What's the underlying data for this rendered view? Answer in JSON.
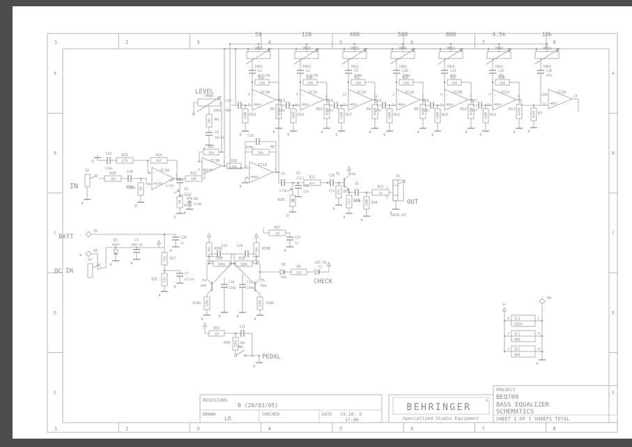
{
  "window": {
    "chrome_color": "#4d4d4d",
    "paper_color": "#ffffff"
  },
  "frame": {
    "columns": [
      "1",
      "2",
      "3",
      "4",
      "5",
      "6",
      "7",
      "8"
    ],
    "rows": [
      "A",
      "B",
      "C",
      "D",
      "E"
    ]
  },
  "title_block": {
    "project_label": "PROJECT",
    "project": "BEQ700",
    "title1": "BASS EQUALIZER",
    "title2": "SCHEMATICS",
    "sheet_info": "SHEET 1  OF 1  SHEETS TOTAL",
    "brand": "BEHRINGER",
    "registered": "®",
    "tagline": "Specialized Studio Equipment"
  },
  "revisions": {
    "label": "REVISIONS",
    "revision": "B (20/03/05)",
    "drawn_label": "DRAWN",
    "drawn_by": "LR",
    "checked_label": "CHECKED",
    "date_label": "DATE",
    "date": "19.10. 5",
    "time": "17:46"
  },
  "labels": {
    "in": "IN",
    "out": "OUT",
    "level": "LEVEL",
    "batt": "BATT",
    "dc_in": "DC IN",
    "check": "CHECK",
    "pedal": "PEDAL",
    "jack_type": "JACK-ST",
    "vplus": "V+",
    "gnd_a": "A",
    "gnd_d": "D",
    "batt_minus": "-",
    "batt_plus": "+"
  },
  "bands": [
    {
      "freq": "50",
      "pot": "VR1A",
      "pot_value": "10kG",
      "cap": "C1",
      "cap_value": "4u7/50",
      "res": "R1D",
      "res_value": "330",
      "opamp": "IC1B",
      "chip": "064",
      "pin_inv": "6",
      "pin_nin": "5",
      "pin_out": "7",
      "in_cap": "C20",
      "in_cap_value": "68n",
      "r_gnd": "R19",
      "r_gnd_value": "1k00",
      "r_fb": "R5",
      "r_fb_value": "4k99"
    },
    {
      "freq": "120",
      "pot": "VR2A",
      "pot_value": "10kG",
      "cap": "C2",
      "cap_value": "1u0/50",
      "res": "R1B",
      "res_value": "330",
      "opamp": "IC1C",
      "chip": "064",
      "pin_inv": "9",
      "pin_nin": "10",
      "pin_out": "8",
      "in_cap": "C13",
      "in_cap_value": "22n",
      "r_gnd": "R18",
      "r_gnd_value": "1k00",
      "r_fb": "R16",
      "r_fb_value": "4k99"
    },
    {
      "freq": "400",
      "pot": "VR3A",
      "pot_value": "10kG",
      "cap": "C9",
      "cap_value": "100n",
      "res": "R1C",
      "res_value": "330",
      "opamp": "IC1D",
      "chip": "064",
      "pin_inv": "13",
      "pin_nin": "12",
      "pin_out": "14",
      "in_cap": "C19",
      "in_cap_value": "22n",
      "r_gnd": "R17",
      "r_gnd_value": "1k00",
      "r_fb": "R4",
      "r_fb_value": "4k99"
    },
    {
      "freq": "500",
      "pot": "VR4A",
      "pot_value": "10kG",
      "cap": "C10",
      "cap_value": "100n",
      "res": "R2D",
      "res_value": "330",
      "opamp": "IC2A",
      "chip": "064",
      "pin_inv": "2",
      "pin_nin": "3",
      "pin_out": "1",
      "in_cap": "C14",
      "in_cap_value": "27n",
      "r_gnd": "R11",
      "r_gnd_value": "1k00",
      "r_fb": "R6",
      "r_fb_value": "4k99"
    },
    {
      "freq": "800",
      "pot": "VR5A",
      "pot_value": "10kG",
      "cap": "C11",
      "cap_value": "82n",
      "res": "R2C",
      "res_value": "330",
      "opamp": "IC2B",
      "chip": "064",
      "pin_inv": "6",
      "pin_nin": "5",
      "pin_out": "7",
      "in_cap": "C16",
      "in_cap_value": "18n",
      "r_gnd": "R15",
      "r_gnd_value": "1k00",
      "r_fb": "R14",
      "r_fb_value": "4k99"
    },
    {
      "freq": "4.5k",
      "pot": "VR6A",
      "pot_value": "10kG",
      "cap": "C12",
      "cap_value": "18n",
      "res": "R2B",
      "res_value": "330",
      "opamp": "IC2C",
      "chip": "064",
      "pin_inv": "9",
      "pin_nin": "10",
      "pin_out": "8",
      "in_cap": "C17",
      "in_cap_value": "4n7",
      "r_gnd": "R12",
      "r_gnd_value": "1k00",
      "r_fb": "R13",
      "r_fb_value": "4k99"
    },
    {
      "freq": "10k",
      "pot": "VR7A",
      "pot_value": "10kG",
      "cap": "C15",
      "cap_value": "47n",
      "opamp": "IC2D",
      "chip": "064",
      "pin_inv": "13",
      "pin_nin": "12",
      "pin_out": "14",
      "r_in": "R7",
      "r_in_value": "4k99"
    }
  ],
  "components": {
    "X2": {},
    "R20": {
      "value": "10k"
    },
    "C24": {
      "value": "470n"
    },
    "R26A": {
      "value": "1M"
    },
    "C23": {
      "value": "220n"
    },
    "R25": {
      "value": "470"
    },
    "R24": {
      "value": "4k7"
    },
    "IC3A": {
      "part": "4559",
      "pin_inv": "2",
      "pin_nin": "3",
      "pin_out": "1"
    },
    "R22": {
      "value": "10k"
    },
    "C5": {
      "value": "1/50"
    },
    "T3": {
      "part": "J112"
    },
    "R26D": {
      "value": "1M"
    },
    "D4": {
      "part": "4148"
    },
    "R23": {
      "value": "10k"
    },
    "IC3B": {
      "part": "4559",
      "pin_inv": "6",
      "pin_nin": "5",
      "pin_out": "7"
    },
    "R10": {
      "value": "10k"
    },
    "VR8A": {
      "value": "10kG"
    },
    "R9": {
      "value": "56k"
    },
    "C8": {
      "value": "10/16"
    },
    "C18": {
      "value": "470p"
    },
    "R8": {
      "value": "36k"
    },
    "IC1A": {
      "part": "064",
      "pin_inv": "2",
      "pin_nin": "3",
      "pin_out": "1"
    },
    "C4": {
      "value": "1/50"
    },
    "T2": {
      "part": "J112"
    },
    "R26C": {
      "value": "1M"
    },
    "C22": {
      "value": "22n"
    },
    "R21": {
      "value": "4k7"
    },
    "C26": {
      "value": "47n"
    },
    "R29": {
      "value": "47k"
    },
    "T1": {
      "part": "846"
    },
    "R28": {
      "value": "2k2"
    },
    "C6": {
      "value": "1/50"
    },
    "R34": {
      "value": "1k00"
    },
    "R33": {
      "value": "1k"
    },
    "X1": {},
    "X5": {},
    "X6": {},
    "X3": {},
    "D1": {
      "part": "4007"
    },
    "C3": {
      "value": "100/16"
    },
    "R27": {
      "value": "22k"
    },
    "R31": {
      "value": "22k"
    },
    "C7": {
      "value": "47/16"
    },
    "C28": {
      "value": "1n"
    },
    "R37": {
      "value": "1M"
    },
    "C27": {
      "value": "1u"
    },
    "R30C": {
      "value": "56k"
    },
    "R30B": {
      "value": "56k"
    },
    "C25": {
      "value": "470p"
    },
    "C29": {
      "value": "470p"
    },
    "R35": {
      "value": "100k"
    },
    "R36": {
      "value": "100k"
    },
    "T4": {
      "part": "848"
    },
    "T5": {
      "part": "848"
    },
    "R38A": {
      "value": "220k"
    },
    "R38B": {
      "value": "220k"
    },
    "C30": {
      "value": "220p"
    },
    "C31": {
      "value": "220p"
    },
    "D6": {
      "part": "5V6"
    },
    "R3": {
      "value": "2k2"
    },
    "LD1": {
      "part": "RD"
    },
    "R32": {
      "value": "1M"
    },
    "C21": {
      "value": "10n"
    },
    "R40": {
      "value": "150k"
    },
    "SW1": {},
    "X4": {}
  },
  "power_block": {
    "ics": [
      {
        "ref": "IC3",
        "part": "4559",
        "pin_left": "8",
        "pin_right": "4"
      },
      {
        "ref": "IC1",
        "part": "064",
        "pin_left": "4",
        "pin_right": "11"
      },
      {
        "ref": "IC2",
        "part": "064",
        "pin_left": "4",
        "pin_right": "11"
      }
    ]
  }
}
